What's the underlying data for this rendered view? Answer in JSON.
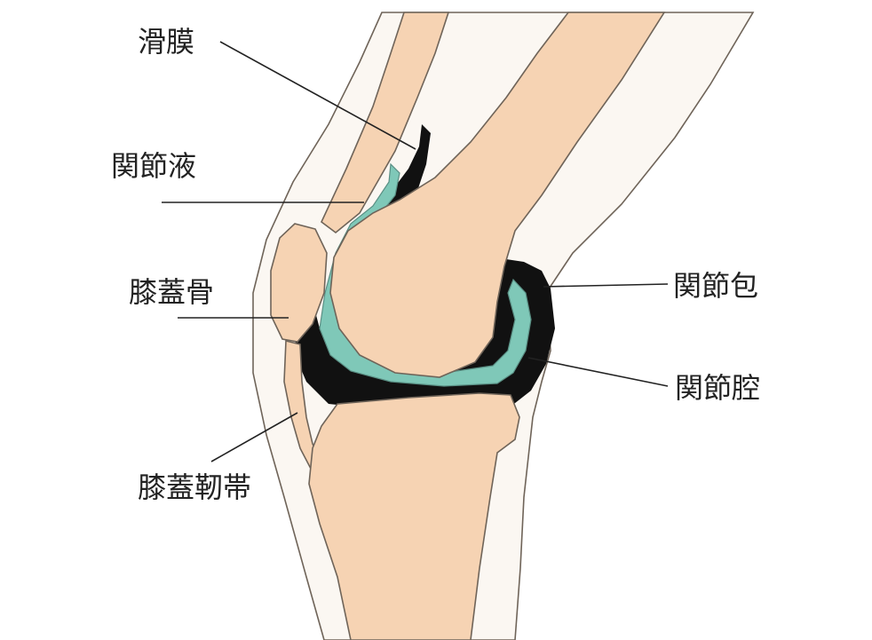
{
  "labels": {
    "synovium": "滑膜",
    "synovial_fluid": "関節液",
    "patella": "膝蓋骨",
    "patellar_ligament": "膝蓋靭帯",
    "joint_capsule": "関節包",
    "joint_cavity": "関節腔"
  },
  "colors": {
    "bone": "#f6d3b3",
    "skin": "#fbf7f2",
    "synovial_fluid": "#7fc8b8",
    "capsule": "#111111",
    "outline": "#6f6459"
  }
}
